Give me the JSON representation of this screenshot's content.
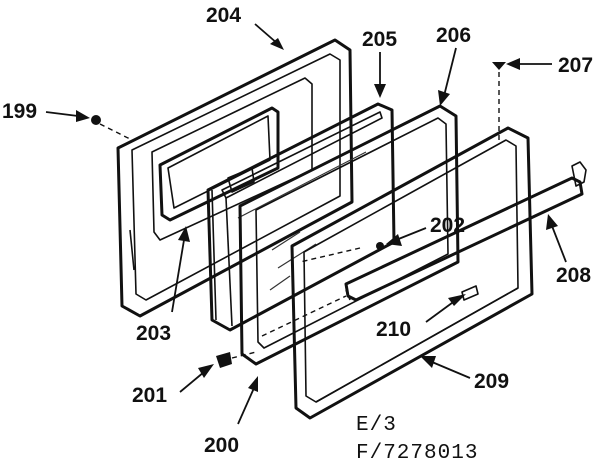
{
  "labels": {
    "p199": "199",
    "p200": "200",
    "p201": "201",
    "p202": "202",
    "p203": "203",
    "p204": "204",
    "p205": "205",
    "p206": "206",
    "p207": "207",
    "p208": "208",
    "p209": "209",
    "p210": "210"
  },
  "codes": {
    "line1": "E/3",
    "line2": "F/7278013"
  }
}
